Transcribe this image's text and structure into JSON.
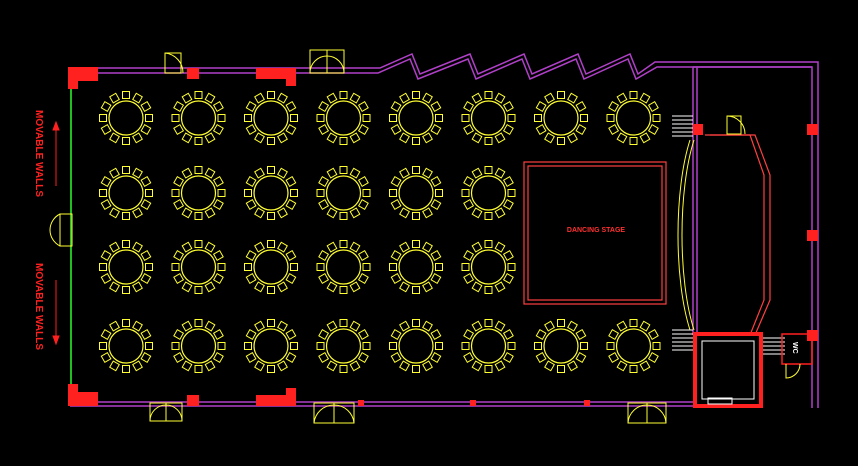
{
  "labels": {
    "movable_walls_top": "MOVABLE WALLS",
    "movable_walls_bottom": "MOVABLE WALLS",
    "dancing_stage": "DANCING STAGE",
    "wc": "WC"
  },
  "layout": {
    "table_rows": [
      8,
      6,
      6,
      8
    ],
    "chairs_per_table": 12
  },
  "colors": {
    "background": "#000000",
    "outer_wall": "#b040c8",
    "column": "#ff2020",
    "table": "#ffff33",
    "stage": "#ff4040",
    "text_red": "#ff2020",
    "glazing": "#20c020",
    "door": "#ffff33"
  }
}
